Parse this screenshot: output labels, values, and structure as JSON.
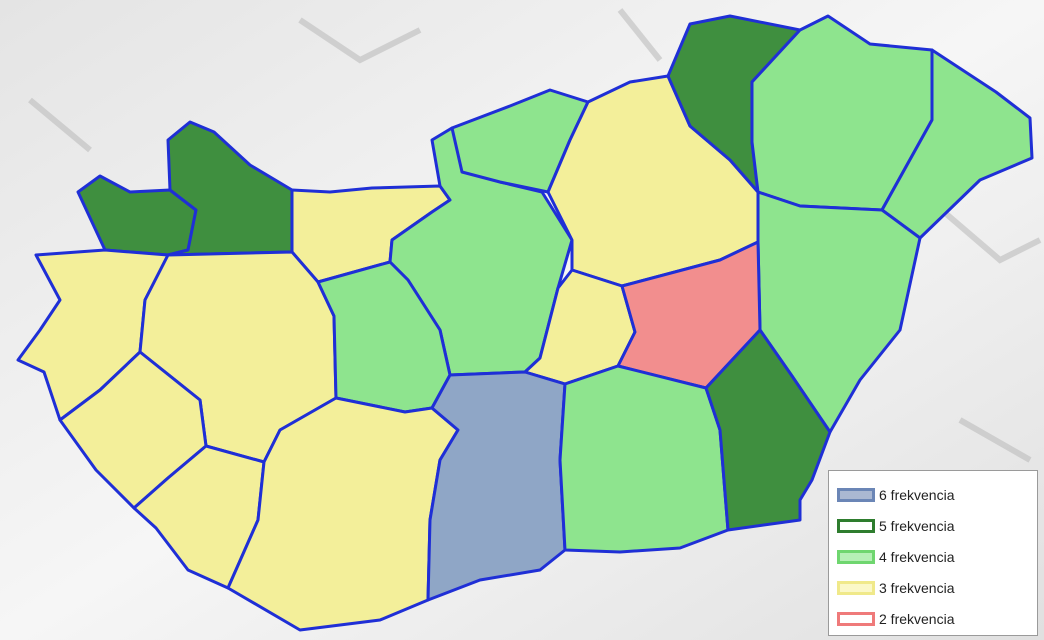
{
  "colors": {
    "background": "#ececec",
    "border": "#1f2fd6",
    "freq6": "#8fa6c6",
    "freq5": "#3f8f3f",
    "freq4": "#8ee48e",
    "freq3": "#f3ef9a",
    "freq2": "#f28e8e"
  },
  "legend": {
    "items": [
      {
        "label": "6 frekvencia",
        "fill": "#aab8d2",
        "stroke": "#6b86b6"
      },
      {
        "label": "5 frekvencia",
        "fill": "#ffffff",
        "stroke": "#2e7d2e"
      },
      {
        "label": "4 frekvencia",
        "fill": "#b6f0b6",
        "stroke": "#6fd66f"
      },
      {
        "label": "3 frekvencia",
        "fill": "#fbf8c8",
        "stroke": "#f0e98a"
      },
      {
        "label": "2 frekvencia",
        "fill": "#ffffff",
        "stroke": "#ef7a7a"
      }
    ]
  },
  "regions": [
    {
      "name": "region-northwest-a",
      "frequency": 5
    },
    {
      "name": "region-northwest-b",
      "frequency": 5
    },
    {
      "name": "region-north-yellow-a",
      "frequency": 3
    },
    {
      "name": "region-north-green-a",
      "frequency": 4
    },
    {
      "name": "region-north-green-b",
      "frequency": 4
    },
    {
      "name": "region-north-yellow-b",
      "frequency": 3
    },
    {
      "name": "region-northeast-dark",
      "frequency": 5
    },
    {
      "name": "region-northeast-green-a",
      "frequency": 4
    },
    {
      "name": "region-northeast-green-b",
      "frequency": 4
    },
    {
      "name": "region-east-green",
      "frequency": 4
    },
    {
      "name": "region-west-yellow-a",
      "frequency": 3
    },
    {
      "name": "region-west-yellow-b",
      "frequency": 3
    },
    {
      "name": "region-central-green",
      "frequency": 4
    },
    {
      "name": "region-central-yellow",
      "frequency": 3
    },
    {
      "name": "region-central-red",
      "frequency": 2
    },
    {
      "name": "region-southwest-yellow-a",
      "frequency": 3
    },
    {
      "name": "region-southwest-yellow-b",
      "frequency": 3
    },
    {
      "name": "region-south-yellow-a",
      "frequency": 3
    },
    {
      "name": "region-south-yellow-b",
      "frequency": 3
    },
    {
      "name": "region-south-blue",
      "frequency": 6
    },
    {
      "name": "region-south-green",
      "frequency": 4
    },
    {
      "name": "region-southeast-dark",
      "frequency": 5
    }
  ]
}
